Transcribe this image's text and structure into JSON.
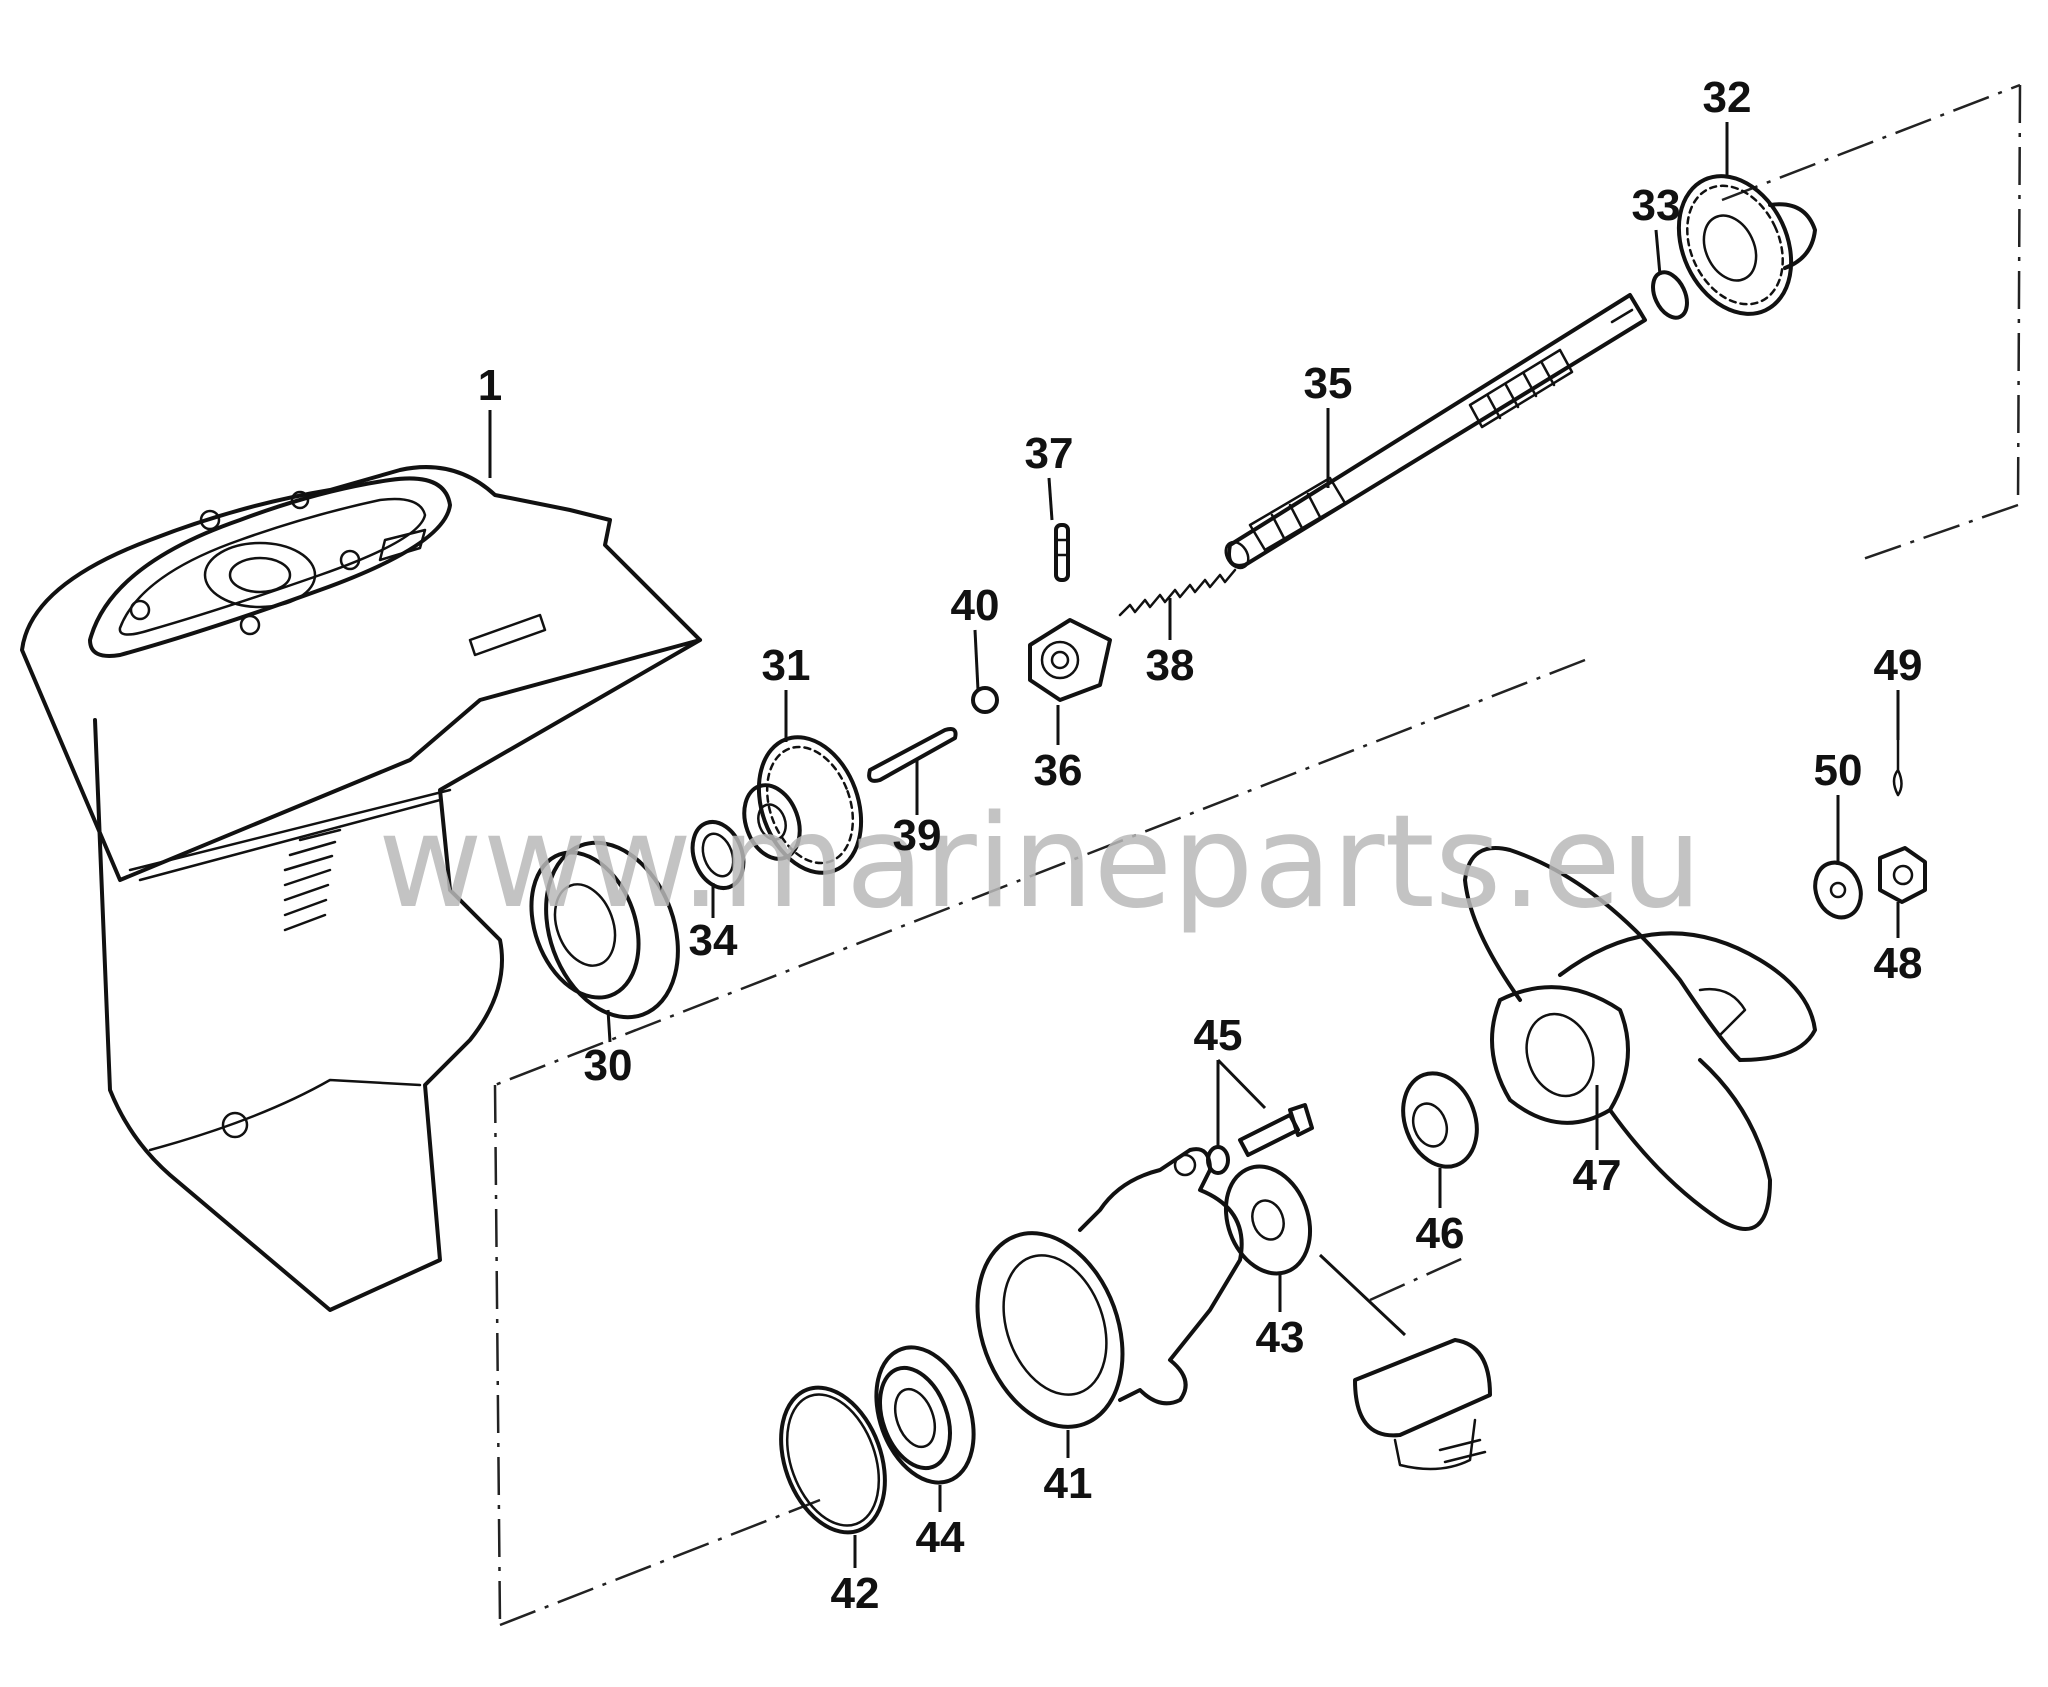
{
  "watermark": "www.marineparts.eu",
  "callouts": [
    {
      "id": "1",
      "part": "housing"
    },
    {
      "id": "30",
      "part": "bearing"
    },
    {
      "id": "31",
      "part": "gear"
    },
    {
      "id": "32",
      "part": "gear"
    },
    {
      "id": "33",
      "part": "shim"
    },
    {
      "id": "34",
      "part": "shim"
    },
    {
      "id": "35",
      "part": "shaft"
    },
    {
      "id": "36",
      "part": "clutch"
    },
    {
      "id": "37",
      "part": "pin"
    },
    {
      "id": "38",
      "part": "spring"
    },
    {
      "id": "39",
      "part": "plunger"
    },
    {
      "id": "40",
      "part": "ball"
    },
    {
      "id": "41",
      "part": "bearing-housing"
    },
    {
      "id": "42",
      "part": "o-ring"
    },
    {
      "id": "43",
      "part": "seal"
    },
    {
      "id": "44",
      "part": "bearing"
    },
    {
      "id": "45",
      "part": "bolt-and-washer"
    },
    {
      "id": "46",
      "part": "thrust-washer"
    },
    {
      "id": "47",
      "part": "propeller"
    },
    {
      "id": "48",
      "part": "nut"
    },
    {
      "id": "49",
      "part": "cotter-pin"
    },
    {
      "id": "50",
      "part": "washer"
    }
  ]
}
